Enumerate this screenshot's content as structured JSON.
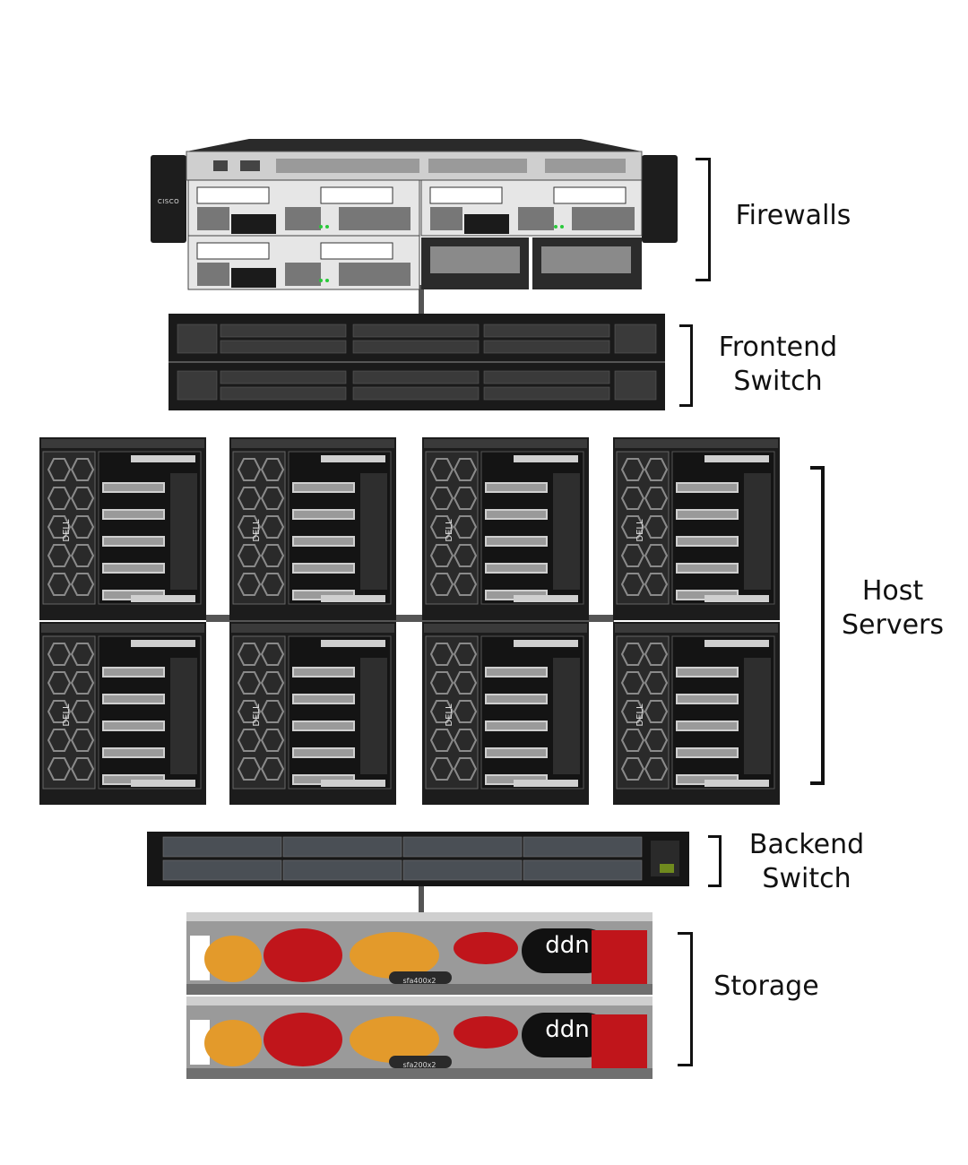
{
  "tiers": [
    {
      "name": "firewalls",
      "label_lines": [
        "Firewalls"
      ]
    },
    {
      "name": "frontend-switch",
      "label_lines": [
        "Frontend",
        "Switch"
      ]
    },
    {
      "name": "host-servers",
      "label_lines": [
        "Host",
        "Servers"
      ]
    },
    {
      "name": "backend-switch",
      "label_lines": [
        "Backend",
        "Switch"
      ]
    },
    {
      "name": "storage",
      "label_lines": [
        "Storage"
      ]
    }
  ],
  "logos": {
    "firewall_brand": "CISCO",
    "server_brand": "DELL",
    "storage_brand": "ddn"
  },
  "storage_models": [
    "sfa400x2",
    "sfa200x2"
  ],
  "colors": {
    "firewall_chassis": "#d9d9d9",
    "rack_black": "#1a1a1a",
    "storage_silver": "#9a9a9a",
    "storage_red": "#c0151b",
    "storage_orange": "#e39a2b",
    "connector": "#555555"
  }
}
